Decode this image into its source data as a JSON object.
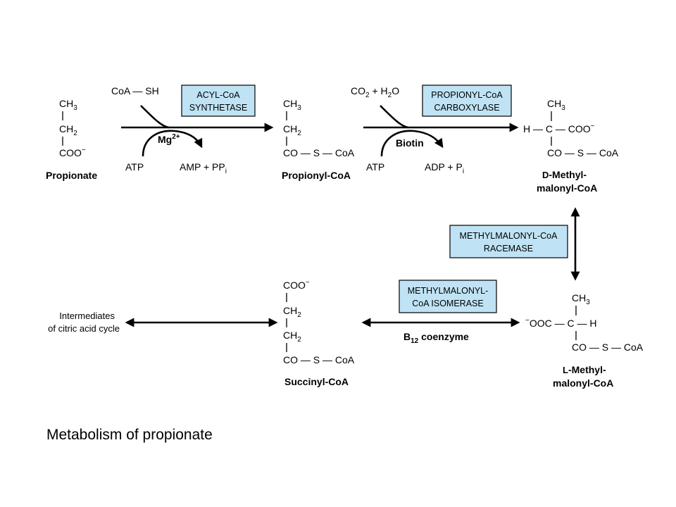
{
  "caption": "Metabolism of propionate",
  "molecules": {
    "propionate": {
      "name": "Propionate",
      "lines": [
        {
          "main": "CH",
          "sub": "3"
        },
        {
          "main": "CH",
          "sub": "2"
        },
        {
          "main": "COO",
          "sup": "−"
        }
      ]
    },
    "propionyl_coa": {
      "name": "Propionyl-CoA",
      "lines": [
        {
          "main": "CH",
          "sub": "3"
        },
        {
          "main": "CH",
          "sub": "2"
        },
        {
          "main": "CO — S — CoA"
        }
      ]
    },
    "d_methylmalonyl_coa": {
      "name_line1_prefix": "D",
      "name_line1": "-Methyl-",
      "name_line2": "malonyl-CoA",
      "top": {
        "main": "CH",
        "sub": "3"
      },
      "left": "H — C — COO",
      "left_sup": "−",
      "bottom": "CO — S — CoA"
    },
    "l_methylmalonyl_coa": {
      "name_line1_prefix": "L",
      "name_line1": "-Methyl-",
      "name_line2": "malonyl-CoA",
      "top": {
        "main": "CH",
        "sub": "3"
      },
      "left_sup": "−",
      "left": "OOC — C — H",
      "bottom": "CO — S — CoA"
    },
    "succinyl_coa": {
      "name": "Succinyl-CoA",
      "lines": [
        {
          "main": "COO",
          "sup": "−"
        },
        {
          "main": "CH",
          "sub": "2"
        },
        {
          "main": "CH",
          "sub": "2"
        },
        {
          "main": "CO — S — CoA"
        }
      ]
    }
  },
  "reaction1": {
    "input": "CoA — SH",
    "cofactor": "Mg",
    "cofactor_sup": "2+",
    "atp": "ATP",
    "output": "AMP + PP",
    "output_sub": "i",
    "enzyme_line1": "ACYL-CoA",
    "enzyme_line2": "SYNTHETASE"
  },
  "reaction2": {
    "input_a": "CO",
    "input_a_sub": "2",
    "input_b": " + H",
    "input_b_sub": "2",
    "input_c": "O",
    "cofactor": "Biotin",
    "atp": "ATP",
    "output": "ADP + P",
    "output_sub": "i",
    "enzyme_line1": "PROPIONYL-CoA",
    "enzyme_line2": "CARBOXYLASE"
  },
  "reaction3": {
    "enzyme_line1": "METHYLMALONYL-CoA",
    "enzyme_line2": "RACEMASE"
  },
  "reaction4": {
    "enzyme_line1": "METHYLMALONYL-",
    "enzyme_line2": "CoA ISOMERASE",
    "cofactor": "B",
    "cofactor_sub": "12",
    "cofactor_rest": " coenzyme"
  },
  "tca": {
    "line1": "Intermediates",
    "line2": "of citric acid cycle"
  }
}
